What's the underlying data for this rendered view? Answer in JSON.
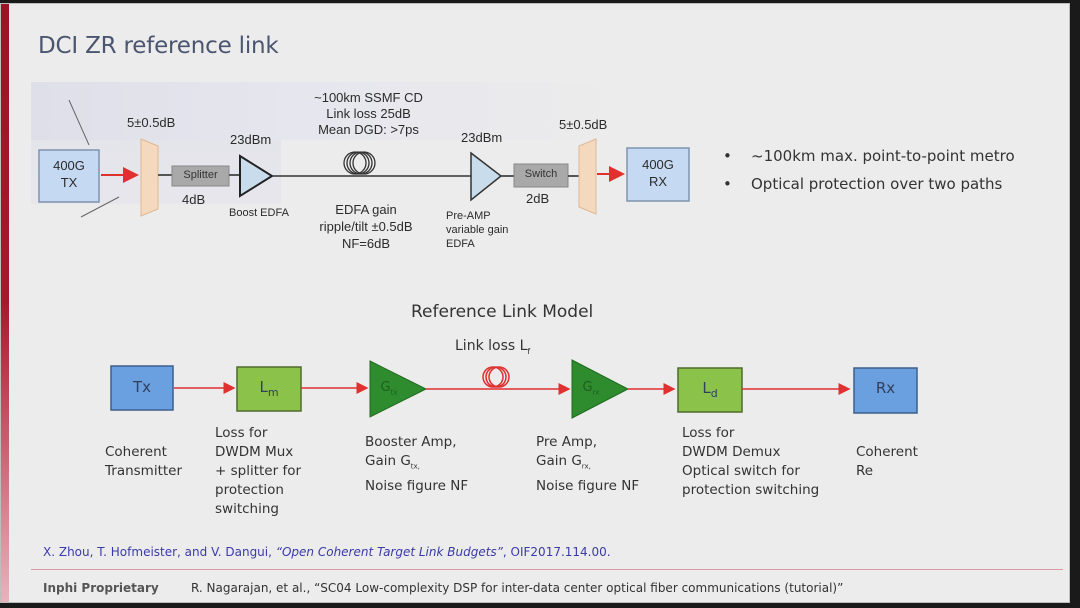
{
  "slide": {
    "title": "DCI ZR reference link",
    "colors": {
      "accent_bar": "#9b1424",
      "title": "#4a5570",
      "signal_arrow": "#e03030",
      "amp_fill_top": "#c9dcec",
      "amp_fill_model": "#2e8b2e",
      "loss_box": "#8bc34a",
      "txrx_box": "#6a9fe0",
      "mux_fill": "#f4d9bf",
      "reference_text": "#3a3aa8"
    }
  },
  "top_diagram": {
    "tx": {
      "line1": "400G",
      "line2": "TX"
    },
    "rx": {
      "line1": "400G",
      "line2": "RX"
    },
    "mux_loss": "5±0.5dB",
    "demux_loss": "5±0.5dB",
    "splitter": {
      "label": "Splitter",
      "loss": "4dB"
    },
    "switch": {
      "label": "Switch",
      "loss": "2dB"
    },
    "boost_amp": {
      "power": "23dBm",
      "label": "Boost EDFA"
    },
    "pre_amp": {
      "power": "23dBm",
      "label_lines": [
        "Pre-AMP",
        "variable gain",
        "EDFA"
      ]
    },
    "fiber": {
      "lines": [
        "~100km SSMF CD",
        "Link loss 25dB",
        "Mean DGD: >7ps"
      ]
    },
    "edfa_note": [
      "EDFA gain",
      "ripple/tilt ±0.5dB",
      "NF=6dB"
    ]
  },
  "bullets": [
    "~100km max. point-to-point metro",
    "Optical protection over two paths"
  ],
  "reference_model": {
    "title": "Reference Link Model",
    "link_loss_label": "Link loss L",
    "link_loss_sub": "f",
    "blocks": [
      {
        "symbol": "Tx",
        "sub": "",
        "desc": [
          "Coherent",
          "Transmitter"
        ]
      },
      {
        "symbol": "L",
        "sub": "m",
        "desc": [
          "Loss for",
          "DWDM Mux",
          "+ splitter for",
          "protection",
          "switching"
        ]
      },
      {
        "symbol": "G",
        "sub": "tx",
        "desc_prefix": [
          "Booster Amp,"
        ],
        "desc_gain": "Gain G",
        "desc_gain_sub": "tx,",
        "desc_suffix": [
          "Noise figure NF"
        ]
      },
      {
        "symbol": "G",
        "sub": "rx",
        "desc_prefix": [
          "Pre Amp,"
        ],
        "desc_gain": "Gain G",
        "desc_gain_sub": "rx,",
        "desc_suffix": [
          "Noise figure NF"
        ]
      },
      {
        "symbol": "L",
        "sub": "d",
        "desc": [
          "Loss for",
          "DWDM Demux",
          "Optical switch for",
          "protection switching"
        ]
      },
      {
        "symbol": "Rx",
        "sub": "",
        "desc": [
          "Coherent",
          "Re"
        ]
      }
    ]
  },
  "references": {
    "primary_authors": "X. Zhou, T. Hofmeister, and V. Dangui, ",
    "primary_title": "“Open Coherent Target Link Budgets”",
    "primary_suffix": ", OIF2017.114.00.",
    "footer_label": "Inphi Proprietary",
    "footer_ref": "R. Nagarajan, et al., “SC04  Low-complexity DSP for inter-data center optical fiber communications (tutorial)”"
  }
}
